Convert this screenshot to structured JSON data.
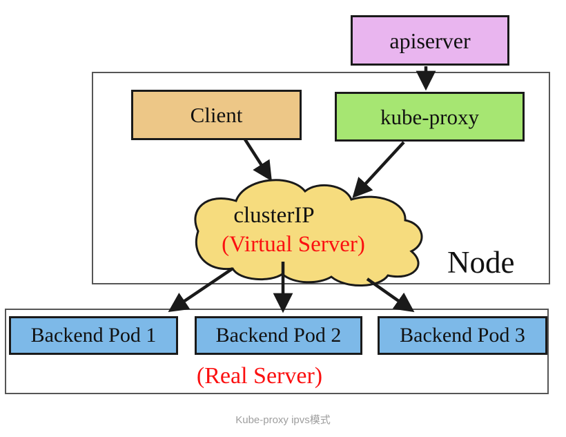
{
  "diagram": {
    "caption": "Kube-proxy ipvs模式",
    "apiserver": {
      "label": "apiserver"
    },
    "node": {
      "label": "Node",
      "client": {
        "label": "Client"
      },
      "kube_proxy": {
        "label": "kube-proxy"
      },
      "cluster_ip": {
        "label": "clusterIP",
        "sublabel": "(Virtual Server)"
      }
    },
    "real_server": {
      "label": "(Real Server)",
      "pods": [
        {
          "label": "Backend Pod 1"
        },
        {
          "label": "Backend Pod 2"
        },
        {
          "label": "Backend Pod 3"
        }
      ]
    },
    "connections": [
      {
        "from": "apiserver",
        "to": "kube-proxy"
      },
      {
        "from": "Client",
        "to": "clusterIP"
      },
      {
        "from": "kube-proxy",
        "to": "clusterIP"
      },
      {
        "from": "clusterIP",
        "to": "Backend Pod 1"
      },
      {
        "from": "clusterIP",
        "to": "Backend Pod 2"
      },
      {
        "from": "clusterIP",
        "to": "Backend Pod 3"
      }
    ]
  },
  "colors": {
    "apiserver-fill": "#e9b5ef",
    "client-fill": "#edc787",
    "kube-proxy-fill": "#a6e672",
    "cloud-fill": "#f6dc7e",
    "pod-fill": "#7db9e8",
    "accent-red": "#fb1010",
    "border-black": "#1a1a1a",
    "container-border": "#555555",
    "caption-gray": "#9e9e9e"
  }
}
